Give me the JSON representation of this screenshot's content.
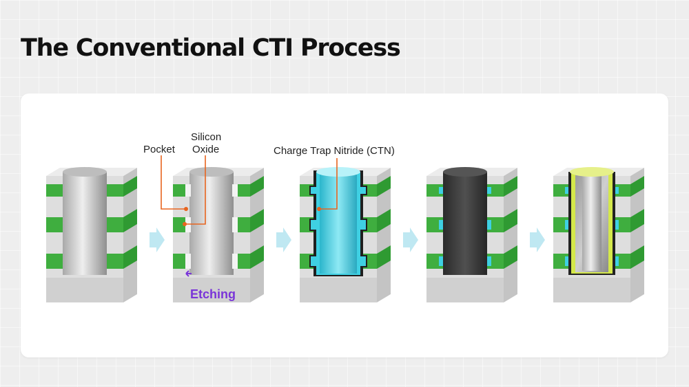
{
  "page": {
    "title": "The Conventional CTI Process"
  },
  "labels": {
    "pocket": "Pocket",
    "silicon": "Silicon",
    "oxide": "Oxide",
    "ctn": "Charge Trap Nitride (CTN)",
    "etching": "Etching"
  },
  "colors": {
    "green_layer": "#3fae3f",
    "gray_block": "#d6d6d6",
    "cyan_ctn": "#3fd0e3",
    "dark_fill": "#3a3a3a",
    "yellow_liner": "#d4e84a",
    "leader_line": "#e8641e",
    "etching_text": "#7a35d8",
    "arrow": "#bfe8f2"
  },
  "steps": [
    {
      "name": "step-1-original"
    },
    {
      "name": "step-2-etching"
    },
    {
      "name": "step-3-ctn-deposition"
    },
    {
      "name": "step-4-fill"
    },
    {
      "name": "step-5-final"
    }
  ]
}
